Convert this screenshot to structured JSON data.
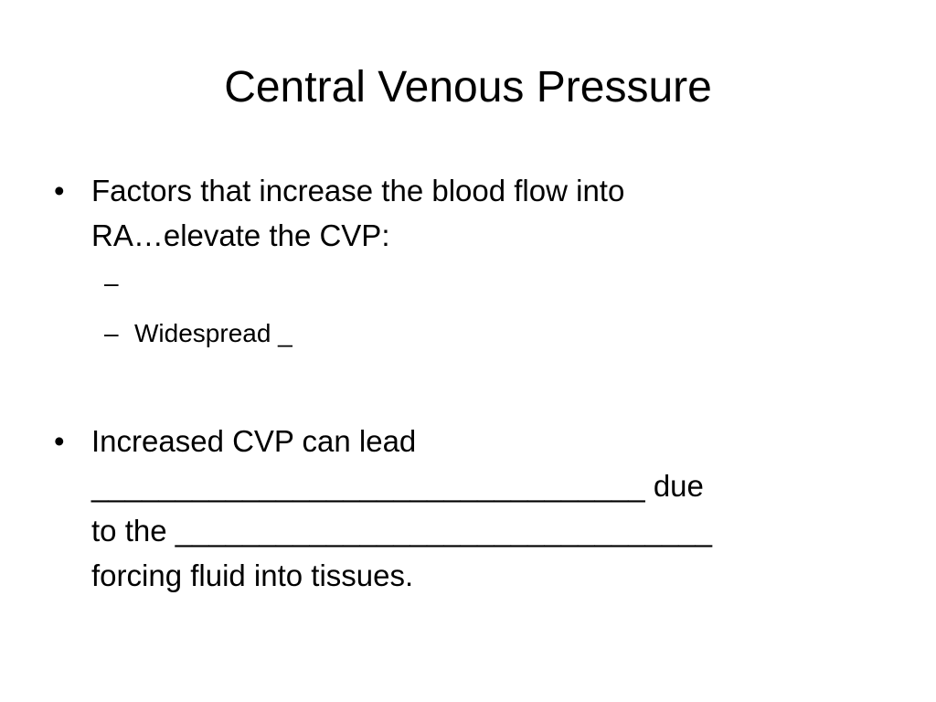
{
  "slide": {
    "title": "Central Venous Pressure",
    "bullets": [
      {
        "marker": "•",
        "lines": [
          "Factors that increase the blood flow into",
          "RA…elevate the CVP:"
        ],
        "sub_items": [
          {
            "marker": "–",
            "text": ""
          },
          {
            "marker": "–",
            "text": "Widespread _"
          }
        ]
      },
      {
        "marker": "•",
        "lines": [
          "Increased CVP can lead",
          "_________________________________  due",
          "to the ________________________________",
          "forcing fluid into tissues."
        ]
      }
    ]
  }
}
